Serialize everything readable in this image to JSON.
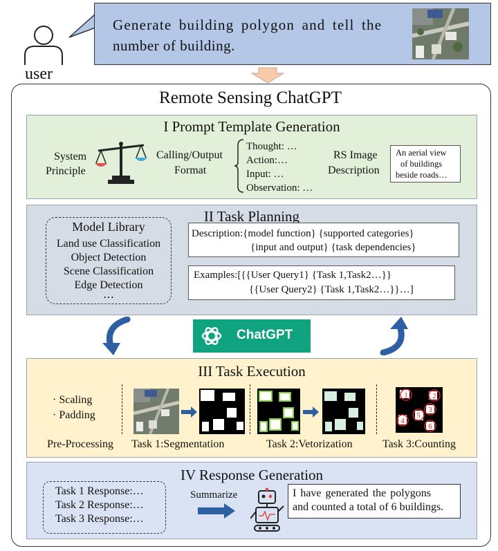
{
  "user": {
    "label": "user"
  },
  "query": {
    "text_line1": "Generate building polygon and tell the",
    "text_line2": "number of building."
  },
  "main_title": "Remote Sensing ChatGPT",
  "section1": {
    "title": "I Prompt Template Generation",
    "system_principle": [
      "System",
      "Principle"
    ],
    "calling_format": [
      "Calling/Output",
      "Format"
    ],
    "format_items": [
      "Thought: …",
      "Action:…",
      "Input: …",
      "Observation: …"
    ],
    "rs_image_desc": [
      "RS Image",
      "Description"
    ],
    "desc_box": [
      "An aerial view",
      "of buildings",
      "beside roads…"
    ]
  },
  "section2": {
    "title": "II Task Planning",
    "model_library_title": "Model Library",
    "models": [
      "Land use Classification",
      "Object Detection",
      "Scene Classification",
      "Edge Detection",
      "⋯"
    ],
    "description_line1": "Description:{model function} {supported categories}",
    "description_line2": "{input and output} {task dependencies}",
    "examples_line1": "Examples:[{{User Query1} {Task 1,Task2…}}",
    "examples_line2": "{{User Query2} {Task 1,Task2…}}…]"
  },
  "chatgpt": {
    "label": "ChatGPT",
    "color": "#10a37f"
  },
  "section3": {
    "title": "III Task Execution",
    "preprocess_items": [
      "· Scaling",
      "· Padding"
    ],
    "preprocess_label": "Pre-Processing",
    "task1": "Task 1:Segmentation",
    "task2": "Task 2:Vetorization",
    "task3": "Task 3:Counting",
    "count_labels": [
      "1",
      "2",
      "3",
      "4",
      "5",
      "6"
    ]
  },
  "section4": {
    "title": "IV Response Generation",
    "responses": [
      "Task 1 Response:…",
      "Task 2 Response:…",
      "Task 3 Response:…"
    ],
    "summarize_label": "Summarize",
    "answer_line1": "I have generated the polygons",
    "answer_line2": "and counted a total of 6 buildings."
  },
  "colors": {
    "query_bg": "#b4c7e7",
    "s1_bg": "#e2f0d9",
    "s2_bg": "#d6dce5",
    "s3_bg": "#fff2cc",
    "s4_bg": "#dae3f3",
    "arrow_blue": "#2e5fa3",
    "down_arrow": "#f8cbad"
  }
}
